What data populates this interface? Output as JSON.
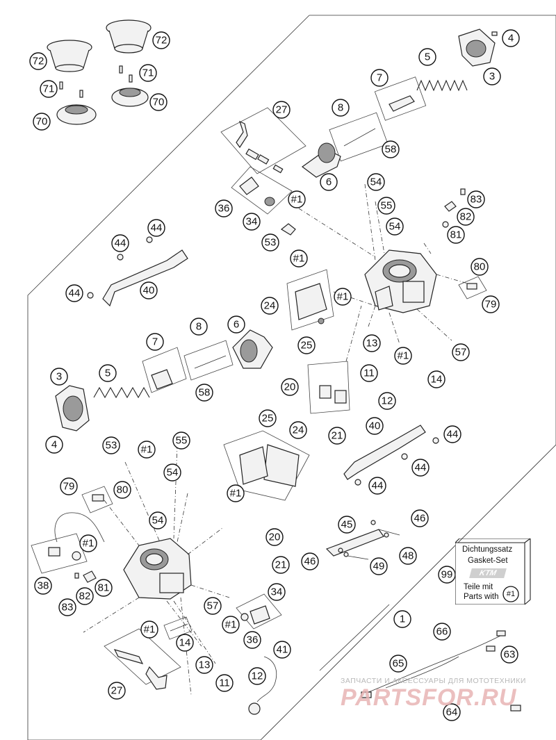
{
  "callouts": [
    {
      "label": "72"
    },
    {
      "label": "72"
    },
    {
      "label": "71"
    },
    {
      "label": "71"
    },
    {
      "label": "70"
    },
    {
      "label": "70"
    },
    {
      "label": "4"
    },
    {
      "label": "5"
    },
    {
      "label": "3"
    },
    {
      "label": "7"
    },
    {
      "label": "8"
    },
    {
      "label": "58"
    },
    {
      "label": "6"
    },
    {
      "label": "27"
    },
    {
      "label": "#1"
    },
    {
      "label": "36"
    },
    {
      "label": "34"
    },
    {
      "label": "53"
    },
    {
      "label": "#1"
    },
    {
      "label": "54"
    },
    {
      "label": "55"
    },
    {
      "label": "54"
    },
    {
      "label": "83"
    },
    {
      "label": "82"
    },
    {
      "label": "81"
    },
    {
      "label": "80"
    },
    {
      "label": "79"
    },
    {
      "label": "44"
    },
    {
      "label": "44"
    },
    {
      "label": "44"
    },
    {
      "label": "40"
    },
    {
      "label": "24"
    },
    {
      "label": "#1"
    },
    {
      "label": "25"
    },
    {
      "label": "13"
    },
    {
      "label": "#1"
    },
    {
      "label": "57"
    },
    {
      "label": "11"
    },
    {
      "label": "14"
    },
    {
      "label": "12"
    },
    {
      "label": "7"
    },
    {
      "label": "8"
    },
    {
      "label": "6"
    },
    {
      "label": "3"
    },
    {
      "label": "5"
    },
    {
      "label": "58"
    },
    {
      "label": "20"
    },
    {
      "label": "21"
    },
    {
      "label": "4"
    },
    {
      "label": "25"
    },
    {
      "label": "24"
    },
    {
      "label": "40"
    },
    {
      "label": "44"
    },
    {
      "label": "44"
    },
    {
      "label": "44"
    },
    {
      "label": "53"
    },
    {
      "label": "#1"
    },
    {
      "label": "55"
    },
    {
      "label": "54"
    },
    {
      "label": "#1"
    },
    {
      "label": "79"
    },
    {
      "label": "80"
    },
    {
      "label": "54"
    },
    {
      "label": "#1"
    },
    {
      "label": "20"
    },
    {
      "label": "21"
    },
    {
      "label": "38"
    },
    {
      "label": "83"
    },
    {
      "label": "82"
    },
    {
      "label": "81"
    },
    {
      "label": "57"
    },
    {
      "label": "34"
    },
    {
      "label": "#1"
    },
    {
      "label": "36"
    },
    {
      "label": "#1"
    },
    {
      "label": "14"
    },
    {
      "label": "13"
    },
    {
      "label": "11"
    },
    {
      "label": "12"
    },
    {
      "label": "41"
    },
    {
      "label": "27"
    },
    {
      "label": "45"
    },
    {
      "label": "46"
    },
    {
      "label": "46"
    },
    {
      "label": "48"
    },
    {
      "label": "49"
    },
    {
      "label": "99"
    },
    {
      "label": "1"
    },
    {
      "label": "66"
    },
    {
      "label": "65"
    },
    {
      "label": "63"
    },
    {
      "label": "64"
    }
  ],
  "gasket_kit": {
    "line1": "Dichtungssatz",
    "line2": "Gasket-Set",
    "logo": "KTM",
    "line3": "Teile mit",
    "line4": "Parts with",
    "badge": "#1"
  },
  "watermark": {
    "text": "ЗАПЧАСТИ И АКСЕССУАРЫ ДЛЯ МОТОТЕХНИКИ",
    "logo": "PARTSFOR.RU"
  }
}
